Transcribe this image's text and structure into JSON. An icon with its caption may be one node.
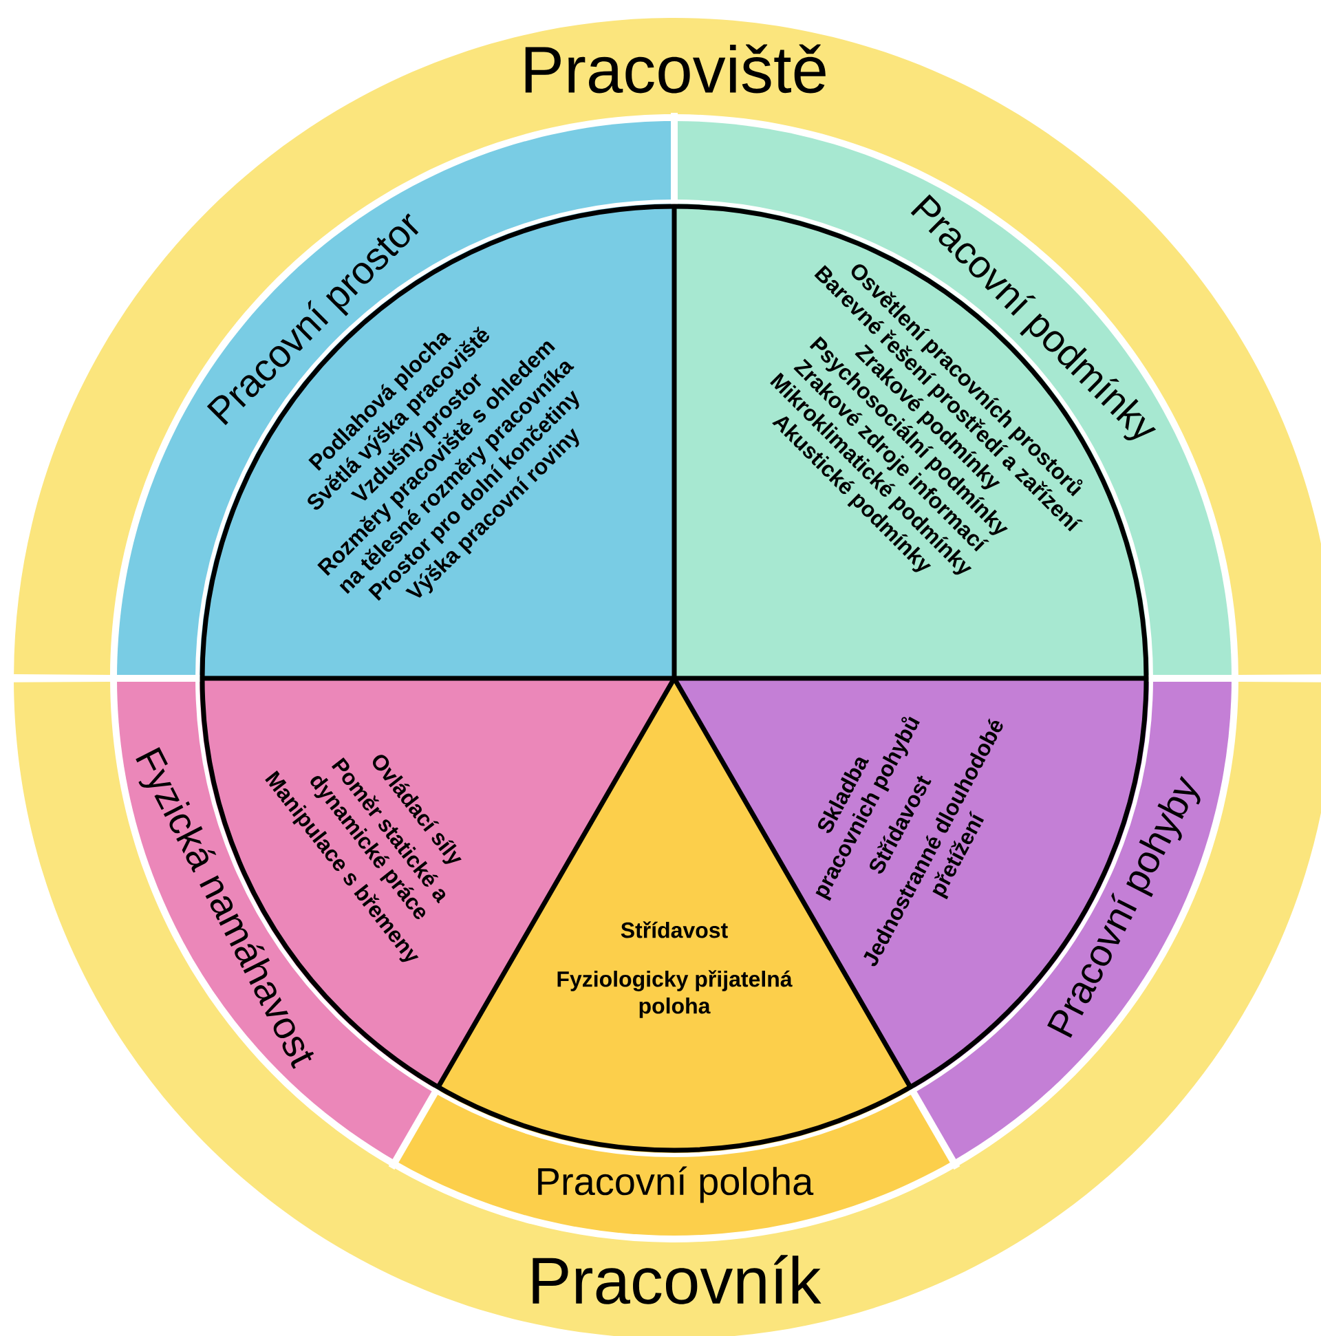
{
  "diagram": {
    "nodes": [
      {
        "text": [
          "Pracoviště"
        ]
      },
      {
        "text": [
          "Pracovník"
        ]
      },
      {
        "text": [
          "Pracovní prostor",
          "Podlahová plocha",
          "Světlá výška pracoviště",
          "Vzdušný prostor",
          "Rozměry pracoviště s ohledem na tělesné rozměry pracovníka",
          "Prostor pro dolní končetiny",
          "Výška pracovní roviny"
        ],
        "in": 0
      },
      {
        "text": [
          "Pracovní podmínky",
          "Osvětlení pracovních prostorů",
          "Barevné řešení prostředí a zařízení",
          "Zrakové podmínky",
          "Psychosociální podmínky",
          "Zrakové zdroje informací",
          "Mikroklimatické podmínky",
          "Akustické podmínky"
        ],
        "in": 0
      },
      {
        "text": [
          "Fyzická namáhavost",
          "Ovládací síly",
          "Poměr statické a dynamické práce",
          "Manipulace s břemeny"
        ],
        "in": 1
      },
      {
        "text": [
          "Střídavost",
          "Fyziologicky přijatelná poloha",
          "Pracovní poloha"
        ],
        "in": 1
      },
      {
        "text": [
          "Pracovní pohyby",
          "Skladba pracovnich pohybů",
          "Střídavost",
          "Jednostranné dlouhodobé přetížení"
        ],
        "in": 1
      }
    ]
  }
}
